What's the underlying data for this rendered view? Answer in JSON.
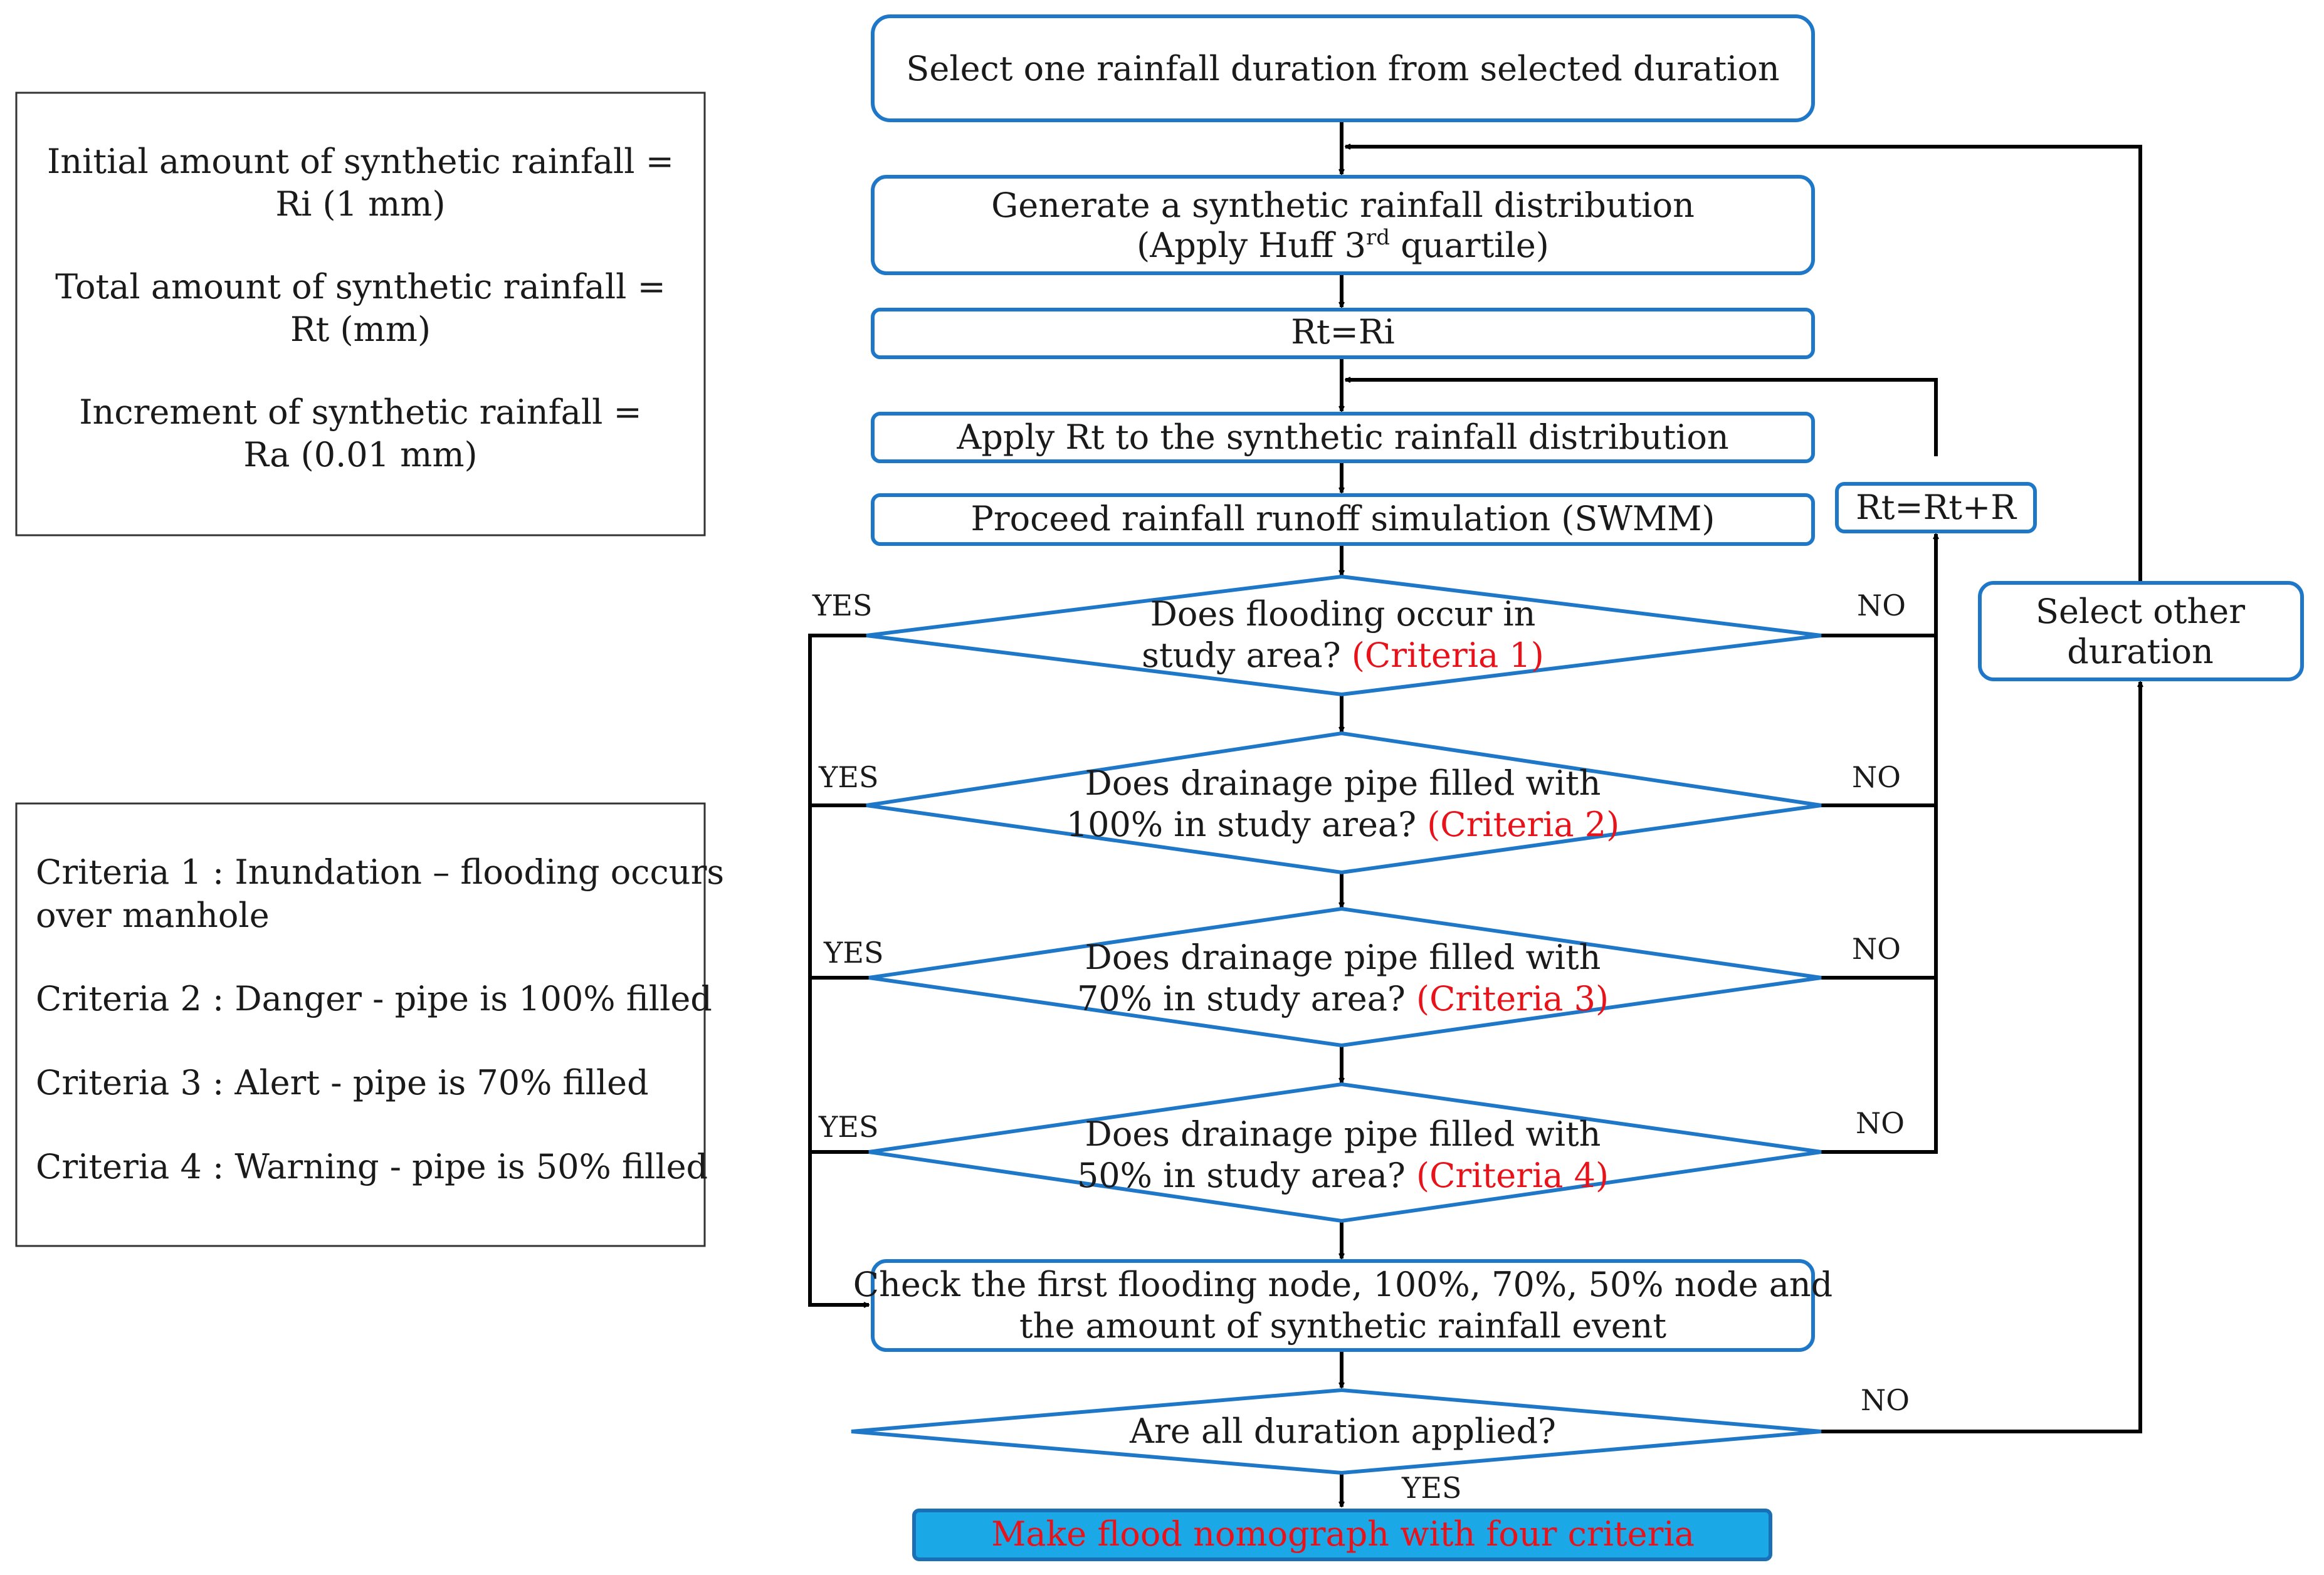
{
  "notes": {
    "rainfall": [
      "Initial amount of synthetic rainfall =",
      "Ri (1 mm)",
      "Total amount of synthetic rainfall =",
      "Rt (mm)",
      "Increment of synthetic rainfall =",
      "Ra (0.01 mm)"
    ],
    "criteria": [
      "Criteria 1 : Inundation – flooding occurs",
      "over manhole",
      "Criteria 2 : Danger - pipe is 100% filled",
      "Criteria 3 : Alert - pipe is 70% filled",
      "Criteria 4 : Warning - pipe is 50% filled"
    ]
  },
  "flow": {
    "select_duration": "Select one rainfall duration from selected duration",
    "generate": {
      "line1": "Generate a synthetic rainfall distribution",
      "line2_pre": "(Apply Huff 3",
      "line2_sup": "rd",
      "line2_post": " quartile)"
    },
    "rt_ri": "Rt=Ri",
    "apply_rt": "Apply Rt to the synthetic rainfall distribution",
    "proceed": "Proceed rainfall runoff simulation (SWMM)",
    "q1": {
      "line1": "Does flooding occur in",
      "line2": "study area? ",
      "criteria": "(Criteria 1)"
    },
    "q2": {
      "line1": "Does drainage pipe filled with",
      "line2": "100% in study area? ",
      "criteria": "(Criteria 2)"
    },
    "q3": {
      "line1": "Does drainage pipe filled with",
      "line2": "70% in study area? ",
      "criteria": "(Criteria 3)"
    },
    "q4": {
      "line1": "Does drainage pipe filled with",
      "line2": "50% in study area? ",
      "criteria": "(Criteria 4)"
    },
    "check": {
      "line1": "Check the first flooding node, 100%, 70%, 50% node and",
      "line2": "the amount of synthetic rainfall event"
    },
    "all_applied": "Are all duration applied?",
    "final": "Make flood nomograph with four criteria",
    "increment": "Rt=Rt+R",
    "select_other": {
      "line1": "Select other",
      "line2": "duration"
    }
  },
  "labels": {
    "yes": "YES",
    "no": "NO"
  },
  "colors": {
    "box_border": "#1f77c8",
    "criteria_text": "#e8131a",
    "final_fill": "#1aa8e6"
  }
}
